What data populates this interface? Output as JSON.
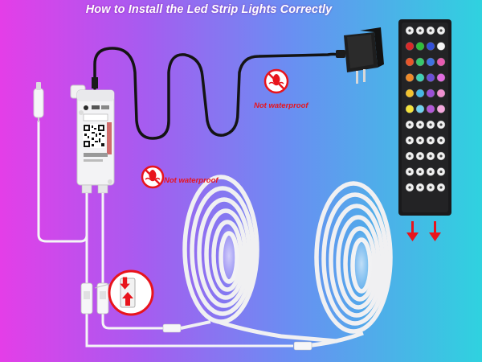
{
  "title": "How to Install the Led Strip Lights Correctly",
  "warnings": [
    {
      "label": "Not waterproof"
    },
    {
      "label": "Not waterproof"
    }
  ],
  "colors": {
    "warning_red": "#e8141c",
    "arrow_red": "#e8141c",
    "cable_black": "#141414",
    "strip_white": "#f2f2f4",
    "background_left": "#e43ee8",
    "background_right": "#2fd2df"
  },
  "icons": [
    "no-water-icon",
    "power-adapter-icon",
    "remote-control-icon",
    "qr-code-icon",
    "led-strip-reel-icon",
    "down-arrow-icon"
  ],
  "remote": {
    "button_colors": [
      [
        "#f0f0f0",
        "#f0f0f0",
        "#f0f0f0",
        "#f0f0f0"
      ],
      [
        "#d92a2a",
        "#2fbf3a",
        "#3350d8",
        "#f4f4f4"
      ],
      [
        "#e8552a",
        "#37c96b",
        "#3f73e0",
        "#e85bb0"
      ],
      [
        "#ee8a2a",
        "#3fd0b5",
        "#6a4fd6",
        "#e06be0"
      ],
      [
        "#f2c22f",
        "#45b8e6",
        "#9a4fd6",
        "#f08fd0"
      ],
      [
        "#f4e33b",
        "#6fd1f0",
        "#b258d8",
        "#f4a8de"
      ],
      [
        "#f0f0f0",
        "#f0f0f0",
        "#f0f0f0",
        "#f0f0f0"
      ],
      [
        "#f0f0f0",
        "#f0f0f0",
        "#f0f0f0",
        "#f0f0f0"
      ],
      [
        "#f0f0f0",
        "#f0f0f0",
        "#f0f0f0",
        "#f0f0f0"
      ],
      [
        "#f0f0f0",
        "#f0f0f0",
        "#f0f0f0",
        "#f0f0f0"
      ],
      [
        "#f0f0f0",
        "#f0f0f0",
        "#f0f0f0",
        "#f0f0f0"
      ]
    ]
  }
}
